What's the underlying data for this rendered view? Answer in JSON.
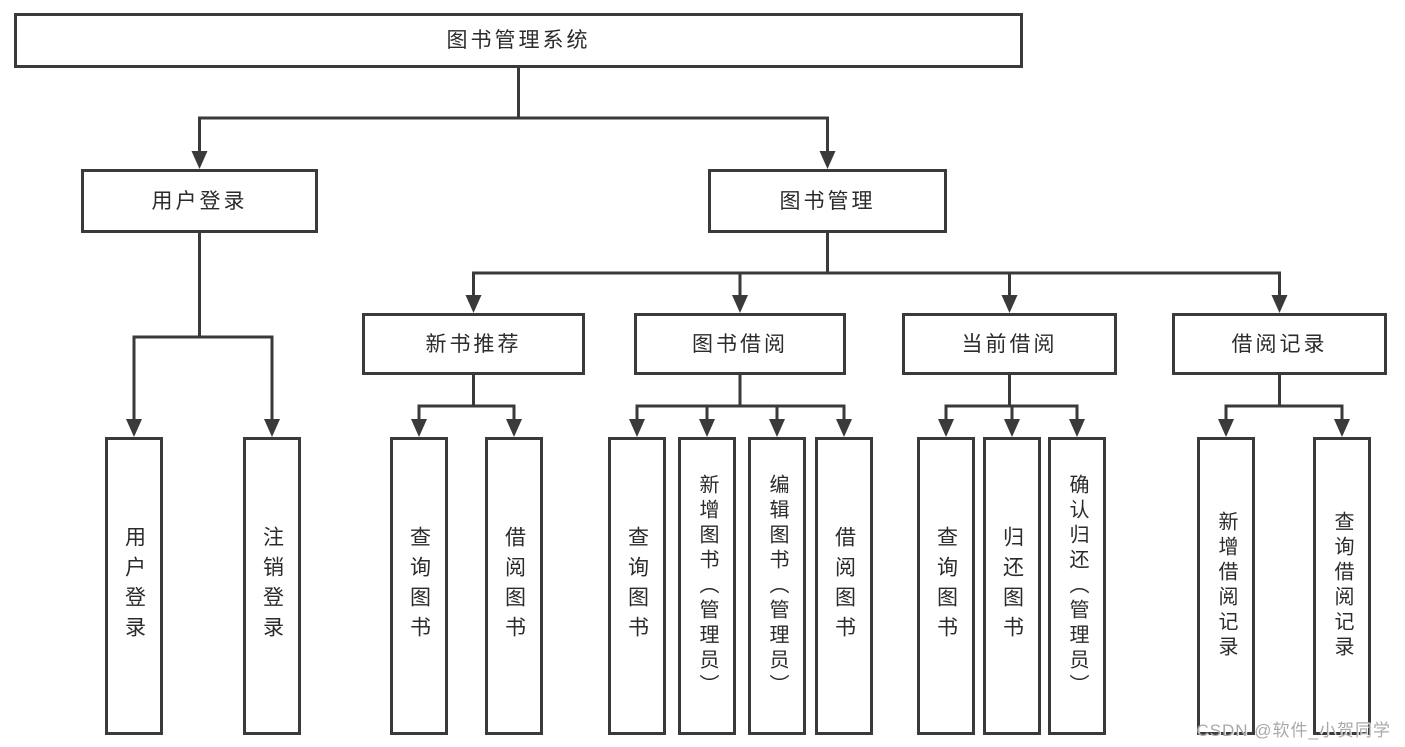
{
  "diagram": {
    "title": "图书管理系统",
    "root": {
      "label": "图书管理系统"
    },
    "level2": {
      "user_login": {
        "label": "用户登录"
      },
      "book_mgmt": {
        "label": "图书管理"
      }
    },
    "level3": {
      "new_book": {
        "label": "新书推荐"
      },
      "book_borrow": {
        "label": "图书借阅"
      },
      "current_borrow": {
        "label": "当前借阅"
      },
      "borrow_record": {
        "label": "借阅记录"
      }
    },
    "leaves": {
      "a1": {
        "label": "用户登录",
        "parent": "用户登录"
      },
      "a2": {
        "label": "注销登录",
        "parent": "用户登录"
      },
      "b1": {
        "label": "查询图书",
        "parent": "新书推荐"
      },
      "b2": {
        "label": "借阅图书",
        "parent": "新书推荐"
      },
      "c1": {
        "label": "查询图书",
        "parent": "图书借阅"
      },
      "c2": {
        "label": "新增图书（管理员）",
        "parent": "图书借阅"
      },
      "c3": {
        "label": "编辑图书（管理员）",
        "parent": "图书借阅"
      },
      "c4": {
        "label": "借阅图书",
        "parent": "图书借阅"
      },
      "d1": {
        "label": "查询图书",
        "parent": "当前借阅"
      },
      "d2": {
        "label": "归还图书",
        "parent": "当前借阅"
      },
      "d3": {
        "label": "确认归还（管理员）",
        "parent": "当前借阅"
      },
      "e1": {
        "label": "新增借阅记录",
        "parent": "借阅记录"
      },
      "e2": {
        "label": "查询借阅记录",
        "parent": "借阅记录"
      }
    }
  },
  "watermark": {
    "text": "CSDN @软件_小贺同学"
  },
  "colors": {
    "line": "#3a3a3a",
    "border": "#3a3a3a",
    "text": "#2b2b2b",
    "watermark": "#a9a9a9",
    "background": "#ffffff"
  }
}
